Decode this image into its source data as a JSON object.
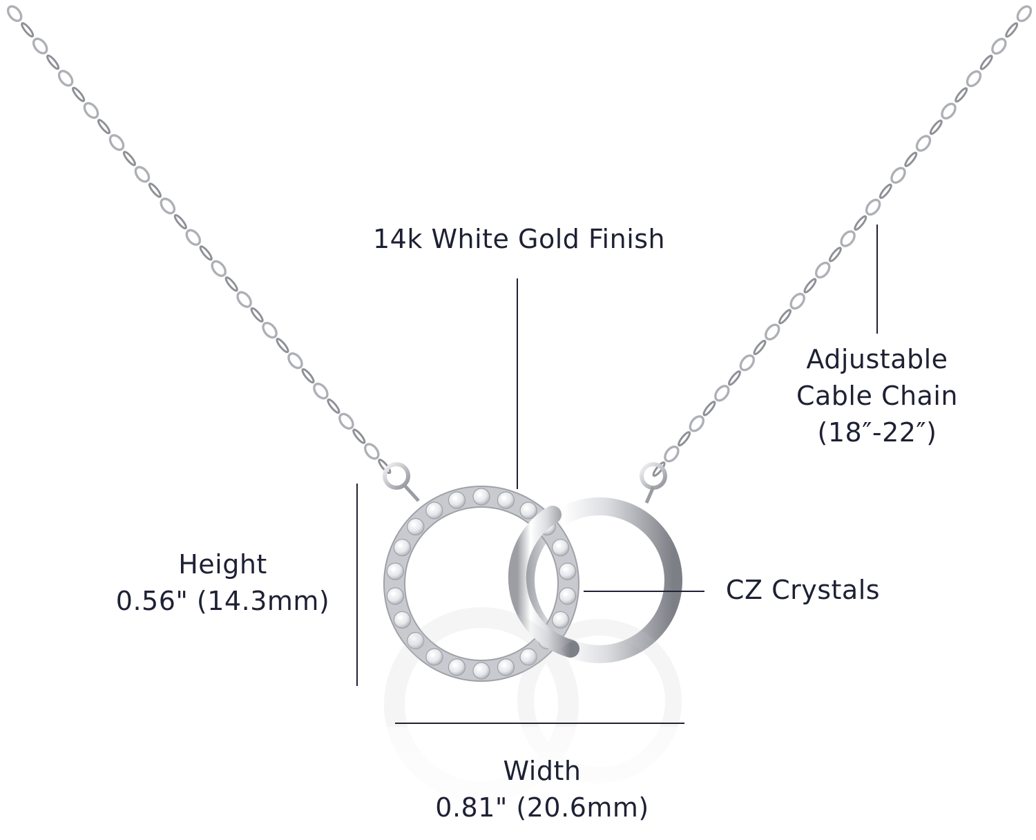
{
  "labels": {
    "finish": "14k White Gold Finish",
    "chain_line1": "Adjustable",
    "chain_line2": "Cable Chain",
    "chain_line3": "(18″-22″)",
    "height_line1": "Height",
    "height_line2": "0.56\" (14.3mm)",
    "crystals": "CZ Crystals",
    "width_line1": "Width",
    "width_line2": "0.81\" (20.6mm)"
  },
  "colors": {
    "background": "#ffffff",
    "text": "#1e2133",
    "metal": "#b4b6bc",
    "crystal": "#e9eaee"
  },
  "pendant": {
    "crystal_ring_stones": 22,
    "links_per_chain_side": 30
  }
}
